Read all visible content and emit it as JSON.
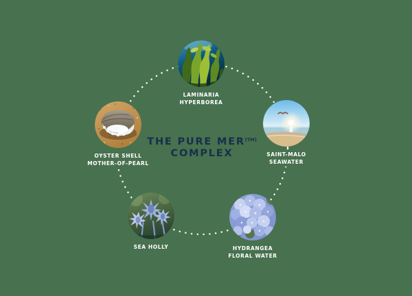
{
  "title": {
    "line1": "THE PURE MER",
    "sup": "[TM]",
    "line2": "COMPLEX"
  },
  "diagram": {
    "type": "circular-ingredient-cycle",
    "ring_style": "white dotted circle",
    "nodes": [
      {
        "label_line1": "LAMINARIA",
        "label_line2": "HYPERBOREA",
        "photo": "underwater-kelp-forest"
      },
      {
        "label_line1": "SAINT-MALO",
        "label_line2": "SEAWATER",
        "photo": "sunlit-beach-with-seagull"
      },
      {
        "label_line1": "HYDRANGEA",
        "label_line2": "FLORAL WATER",
        "photo": "blue-hydrangea-blossoms"
      },
      {
        "label_line1": "SEA HOLLY",
        "label_line2": "",
        "photo": "blue-sea-holly-thistles"
      },
      {
        "label_line1": "OYSTER SHELL",
        "label_line2": "MOTHER-OF-PEARL",
        "photo": "oyster-shell-on-sand"
      }
    ]
  },
  "colors": {
    "background": "#48714f",
    "title_text": "#16304a",
    "label_text": "#ffffff",
    "dots": "#ffffff"
  }
}
